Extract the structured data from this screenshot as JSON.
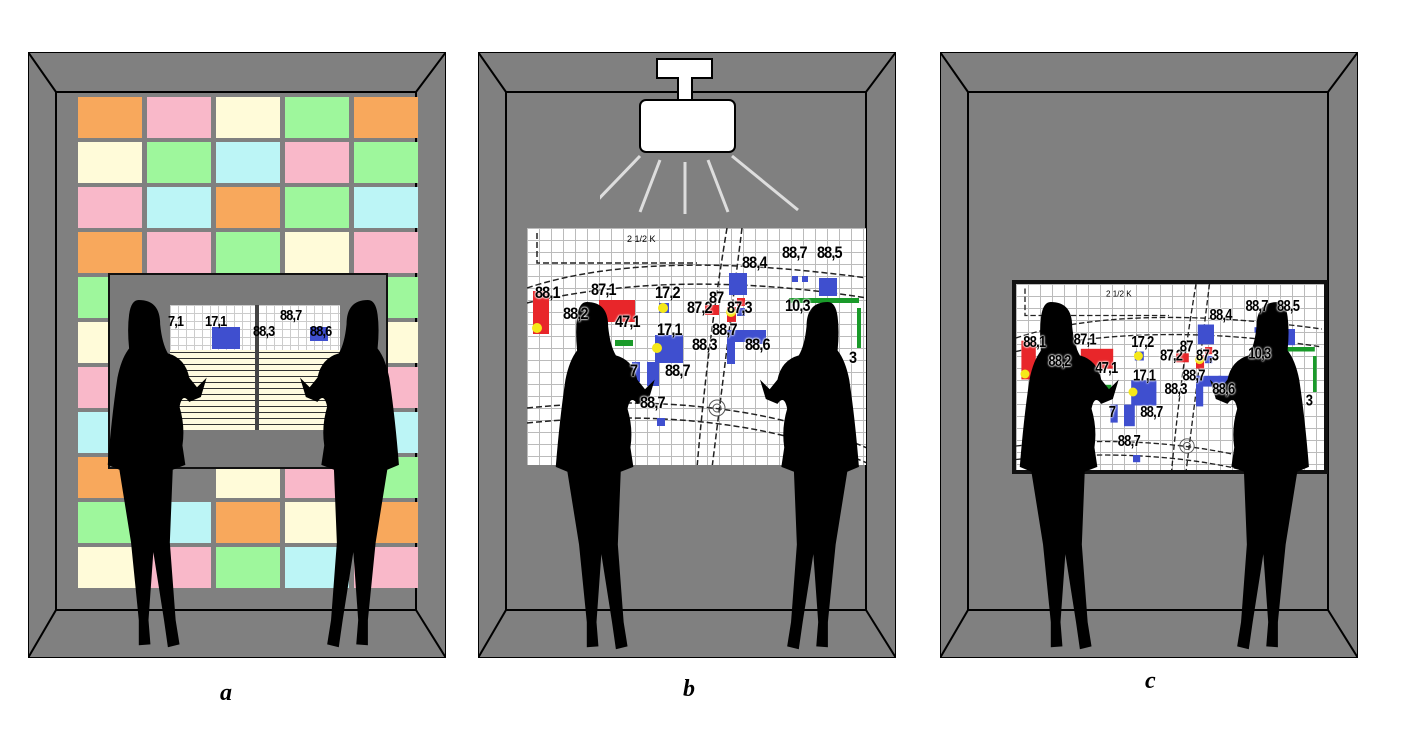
{
  "panels": [
    {
      "label": "a"
    },
    {
      "label": "b"
    },
    {
      "label": "c"
    }
  ],
  "colors": {
    "wall": "#808080",
    "orange": "#f8a85c",
    "pink": "#f9b8c9",
    "cream": "#fffbd9",
    "green": "#9ef79c",
    "cyan": "#bcf5f6",
    "red": "#e8262a",
    "blue": "#3f4fcf",
    "mapgreen": "#1a9a2a",
    "yellow": "#f5e81a"
  },
  "tile_rows": [
    [
      "orange",
      "pink",
      "cream",
      "green",
      "orange"
    ],
    [
      "cream",
      "green",
      "cyan",
      "pink",
      "green"
    ],
    [
      "pink",
      "cyan",
      "orange",
      "green",
      "cyan"
    ],
    [
      "orange",
      "pink",
      "green",
      "cream",
      "pink"
    ],
    [
      "green",
      "",
      "",
      "",
      "green"
    ],
    [
      "cream",
      "",
      "",
      "",
      "cream"
    ],
    [
      "pink",
      "",
      "",
      "",
      "pink"
    ],
    [
      "cyan",
      "",
      "",
      "",
      "cyan"
    ],
    [
      "orange",
      "",
      "cream",
      "pink",
      "green"
    ],
    [
      "green",
      "cyan",
      "orange",
      "cream",
      "orange"
    ],
    [
      "cream",
      "pink",
      "green",
      "cyan",
      "pink"
    ]
  ],
  "map": {
    "header_text": "2 1/2 K",
    "labels": [
      "88,1",
      "88,2",
      "87,1",
      "47,1",
      "17,2",
      "17,1",
      "87,2",
      "87",
      "87,3",
      "88,4",
      "88,7",
      "88,5",
      "10,3",
      "88,3",
      "88,7",
      "88,6",
      "7",
      "88,7",
      "88,7",
      "3"
    ]
  },
  "book": {
    "labels": [
      "7,1",
      "17,1",
      "88,7",
      "88,3",
      "88,6"
    ]
  }
}
